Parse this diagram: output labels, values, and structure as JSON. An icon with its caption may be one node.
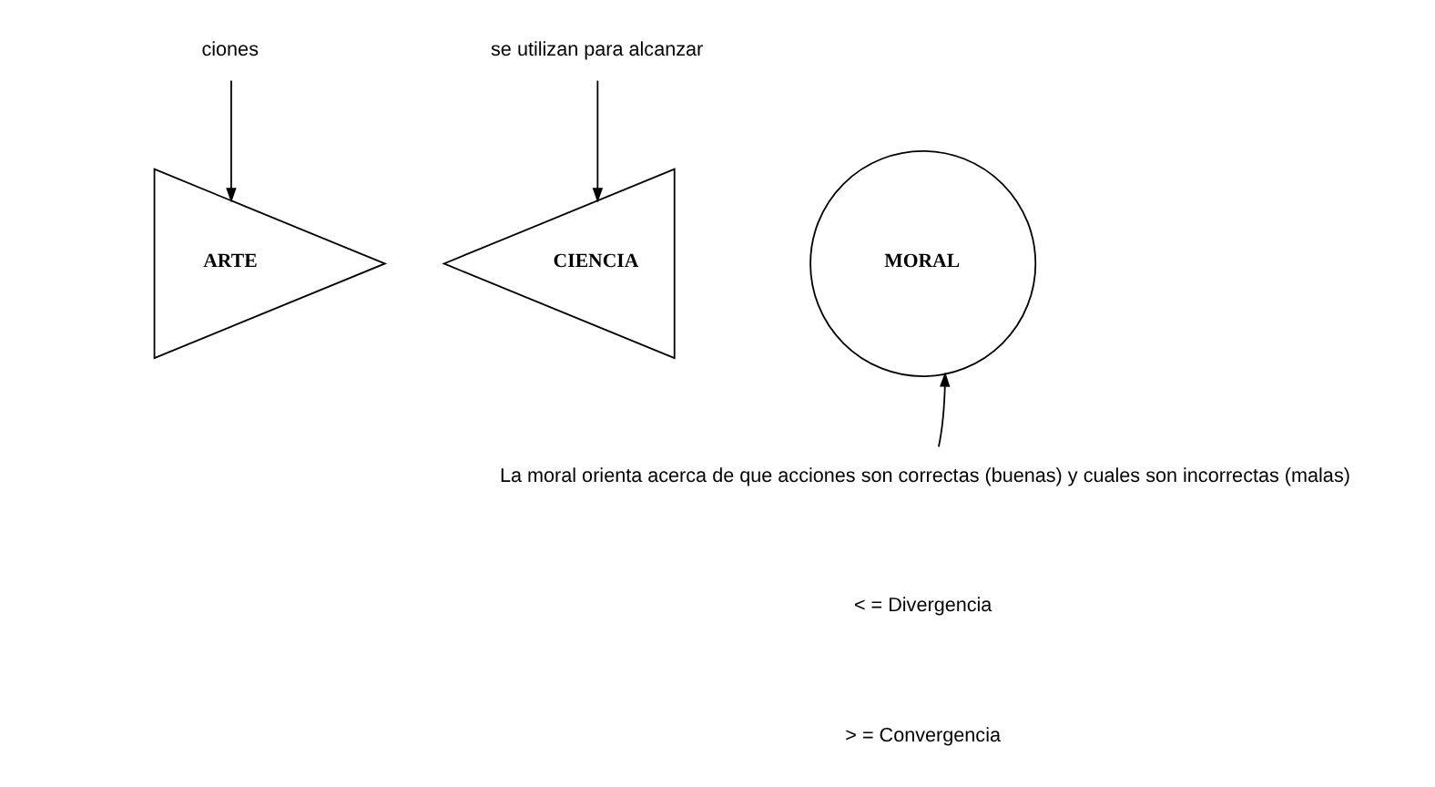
{
  "diagram": {
    "nodes": [
      {
        "text": [
          "ciones"
        ]
      },
      {
        "text": [
          "se utilizan para alcanzar"
        ]
      },
      {
        "text": [
          "ARTE"
        ]
      },
      {
        "text": [
          "MORAL"
        ]
      },
      {
        "text": [
          "CIENCIA"
        ]
      },
      {
        "text": [
          "La moral orienta acerca de que acciones son correctas (buenas) y cuales son incorrectas (malas)"
        ]
      }
    ],
    "edges": [
      {
        "from": 0,
        "to": 2,
        "arrow": "to"
      },
      {
        "from": 1,
        "to": 4,
        "arrow": "to"
      },
      {
        "from": 5,
        "to": 3,
        "arrow": "to"
      }
    ],
    "labels": [
      "< = Divergencia",
      "> = Convergencia"
    ]
  }
}
